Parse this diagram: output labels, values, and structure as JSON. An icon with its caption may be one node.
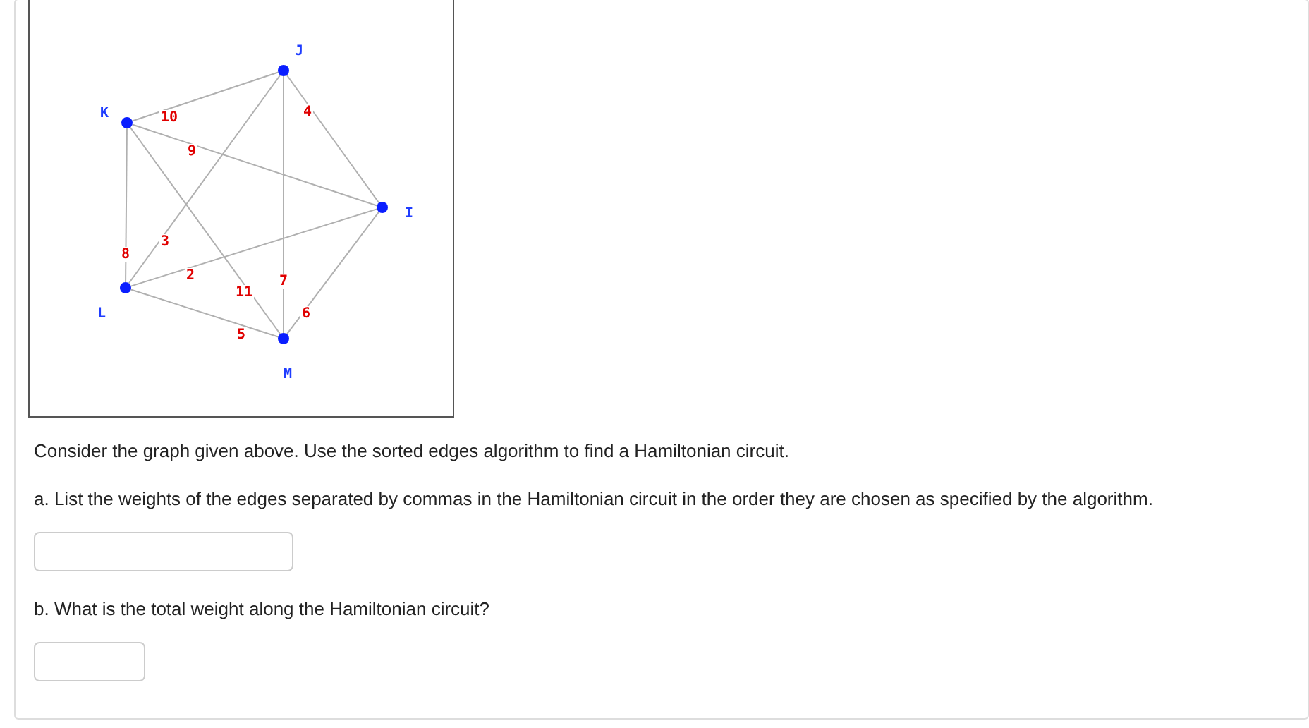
{
  "diagram": {
    "nodes": [
      {
        "text": [],
        "shape": "circle",
        "beside": [
          "J"
        ]
      },
      {
        "text": [],
        "shape": "circle",
        "beside": [
          "K"
        ]
      },
      {
        "text": [],
        "shape": "circle",
        "beside": [
          "I"
        ]
      },
      {
        "text": [],
        "shape": "circle",
        "beside": [
          "L"
        ]
      },
      {
        "text": [],
        "shape": "circle",
        "beside": [
          "M"
        ]
      }
    ],
    "edges": [
      {
        "from": 1,
        "to": 0,
        "arrow": "none",
        "label": "10"
      },
      {
        "from": 0,
        "to": 2,
        "arrow": "none",
        "label": "4"
      },
      {
        "from": 1,
        "to": 2,
        "arrow": "none",
        "label": "9"
      },
      {
        "from": 3,
        "to": 0,
        "arrow": "none",
        "label": "3"
      },
      {
        "from": 1,
        "to": 3,
        "arrow": "none",
        "label": "8"
      },
      {
        "from": 3,
        "to": 2,
        "arrow": "none",
        "label": "2"
      },
      {
        "from": 1,
        "to": 4,
        "arrow": "none",
        "label": "11"
      },
      {
        "from": 0,
        "to": 4,
        "arrow": "none",
        "label": "7"
      },
      {
        "from": 2,
        "to": 4,
        "arrow": "none",
        "label": "6"
      },
      {
        "from": 3,
        "to": 4,
        "arrow": "none",
        "label": "5"
      }
    ],
    "labels": [
      "Consider the graph given above. Use the sorted edges algorithm to find a Hamiltonian circuit.",
      "a. List the weights of the edges separated by commas in the Hamiltonian circuit in the order they are chosen as specified by the algorithm.",
      "b. What is the total weight along the Hamiltonian circuit?"
    ]
  }
}
